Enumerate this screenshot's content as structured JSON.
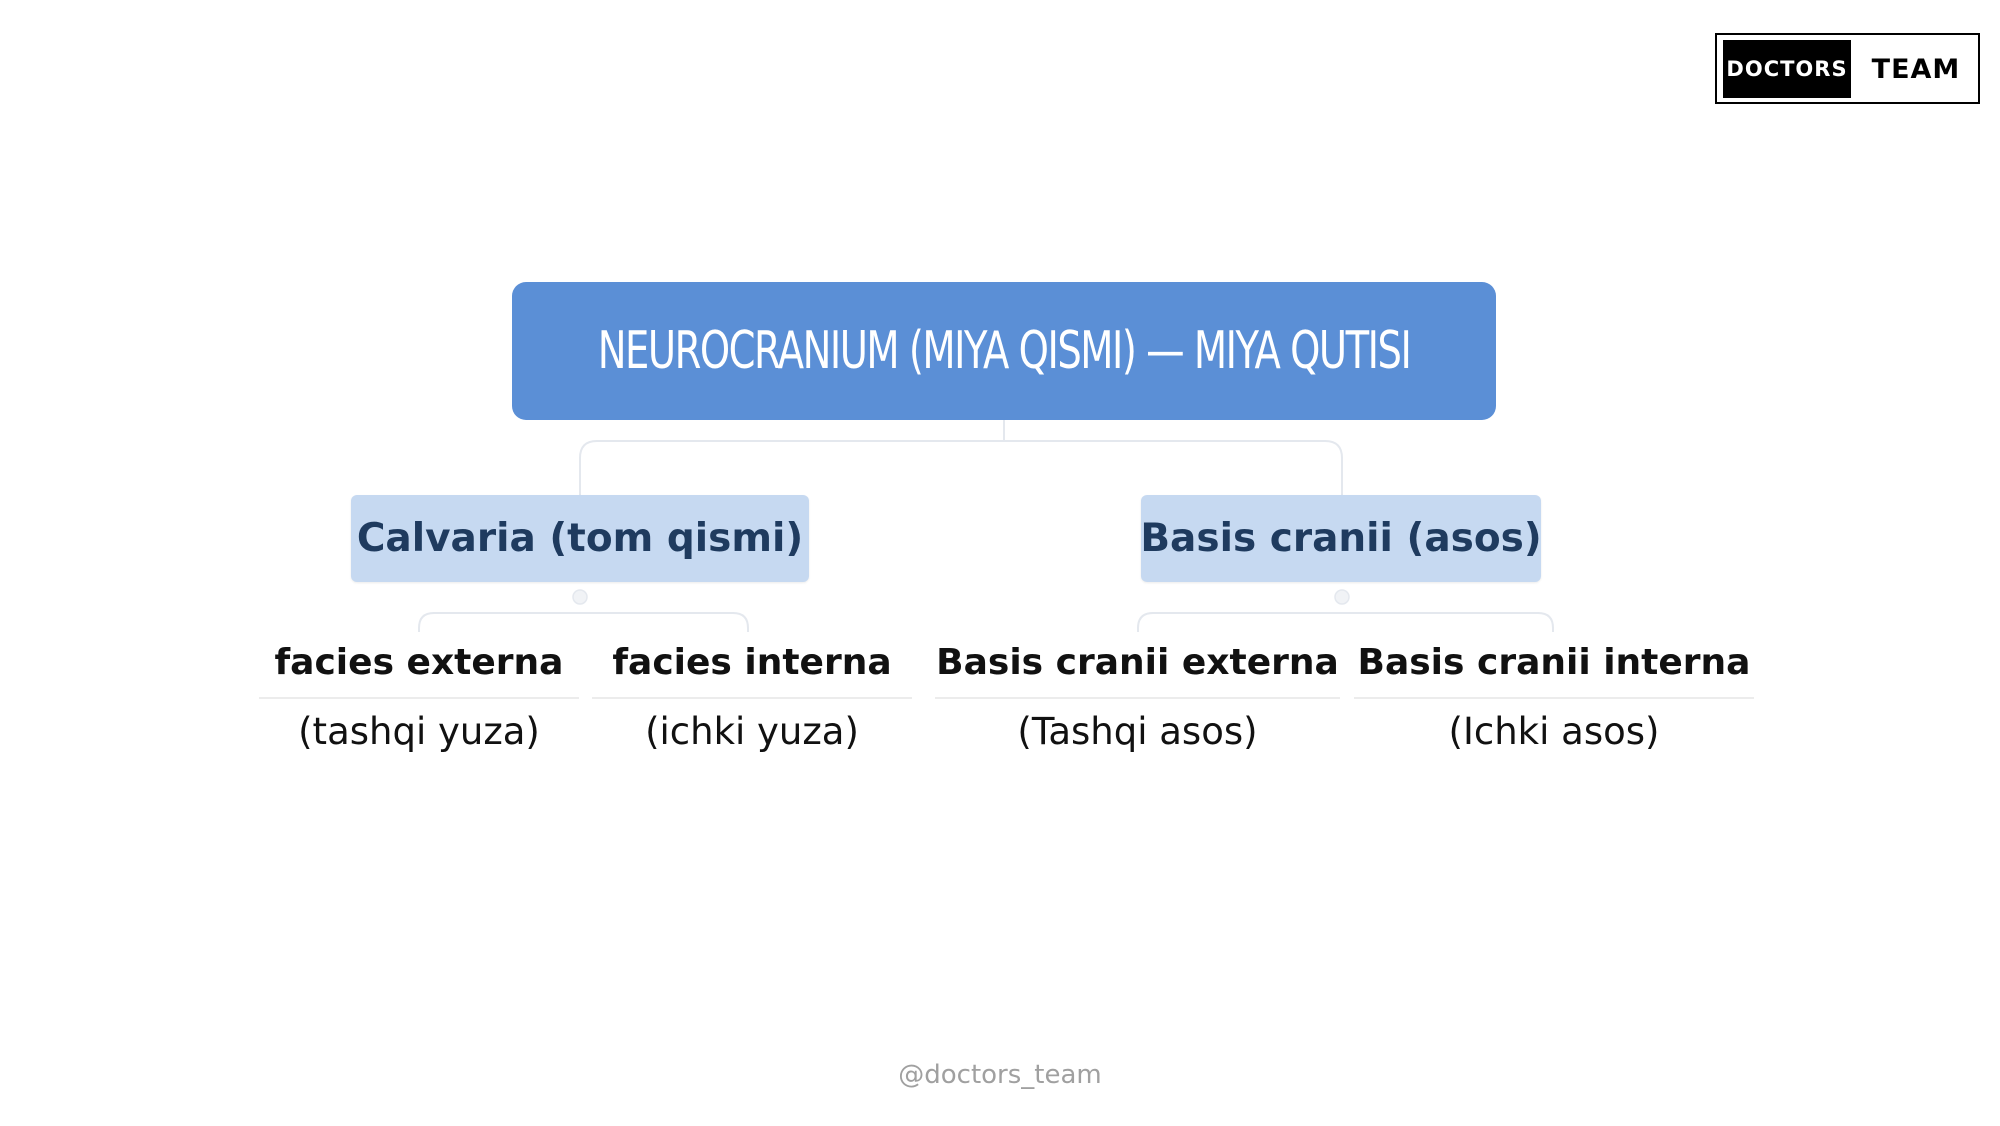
{
  "logo": {
    "black_text": "DOCTORS",
    "white_text": "TEAM"
  },
  "root": {
    "label": "NEUROCRANIUM (MIYA QISMI) — MIYA QUTISI",
    "color": "#5b8fd6"
  },
  "branches": [
    {
      "label": "Calvaria (tom qismi)",
      "children": [
        {
          "title": "facies externa",
          "subtitle": "(tashqi yuza)"
        },
        {
          "title": "facies interna",
          "subtitle": "(ichki yuza)"
        }
      ]
    },
    {
      "label": "Basis cranii (asos)",
      "children": [
        {
          "title": "Basis cranii externa",
          "subtitle": "(Tashqi asos)"
        },
        {
          "title": "Basis cranii interna",
          "subtitle": "(Ichki asos)"
        }
      ]
    }
  ],
  "branch_color": "#c6d9f1",
  "footer": "@doctors_team"
}
